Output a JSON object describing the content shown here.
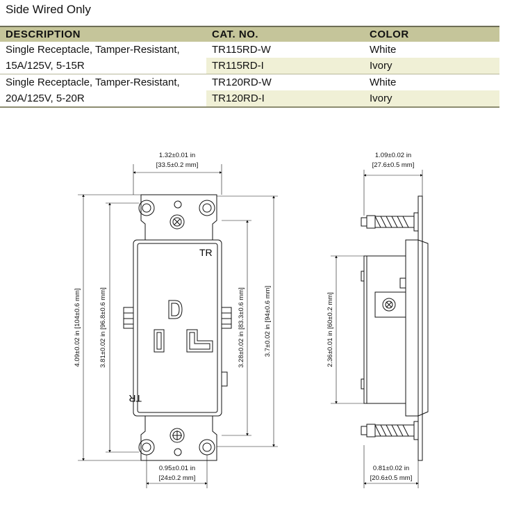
{
  "header": {
    "title": "Side Wired Only"
  },
  "table": {
    "columns": [
      "DESCRIPTION",
      "CAT. NO.",
      "COLOR"
    ],
    "rows": [
      {
        "description": "Single Receptacle, Tamper-Resistant,",
        "cat_no": "TR115RD-W",
        "color": "White"
      },
      {
        "description": "15A/125V, 5-15R",
        "cat_no": "TR115RD-I",
        "color": "Ivory"
      },
      {
        "description": "Single Receptacle, Tamper-Resistant,",
        "cat_no": "TR120RD-W",
        "color": "White"
      },
      {
        "description": "20A/125V, 5-20R",
        "cat_no": "TR120RD-I",
        "color": "Ivory"
      }
    ]
  },
  "drawing": {
    "front": {
      "width_in": "1.32±0.01 in",
      "width_mm": "[33.5±0.2 mm]",
      "overall_height": "4.09±0.02 in [104±0.6 mm]",
      "strap_height": "3.81±0.02 in [96.8±0.6 mm]",
      "face_height": "3.28±0.02 in [83.3±0.6 mm]",
      "body_height": "3.7±0.02 in [94±0.6 mm]",
      "screw_spacing_in": "0.95±0.01 in",
      "screw_spacing_mm": "[24±0.2 mm]",
      "tr_mark_top": "TR",
      "tr_mark_bottom": "TR"
    },
    "side": {
      "depth_in": "1.09±0.02 in",
      "depth_mm": "[27.6±0.5 mm]",
      "body_height": "2.36±0.01 in [60±0.2 mm]",
      "body_depth_in": "0.81±0.02 in",
      "body_depth_mm": "[20.6±0.5 mm]"
    }
  }
}
